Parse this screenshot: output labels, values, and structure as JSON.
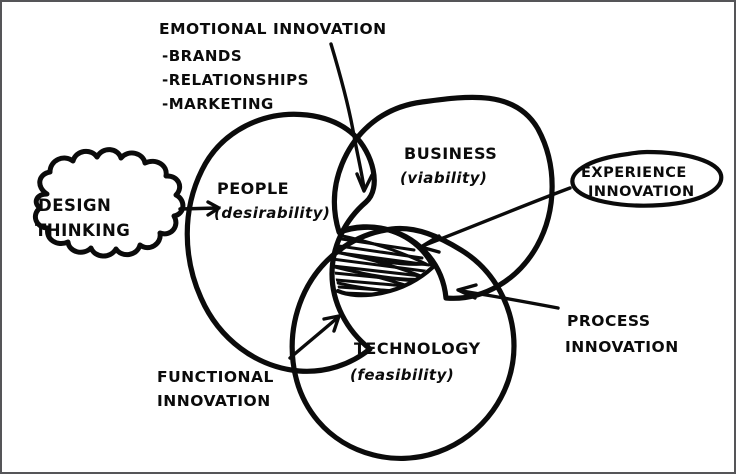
{
  "diagram": {
    "title": "Design Thinking innovation Venn diagram",
    "style": "hand-drawn marker sketch",
    "ink_color": "#0b0b0b",
    "background_color": "#ffffff",
    "border_color": "#555558"
  },
  "cloud": {
    "name": "design-thinking-callout",
    "line1": "DESIGN",
    "line2": "THINKING"
  },
  "circles": [
    {
      "key": "people",
      "title": "PEOPLE",
      "subtitle": "(desirability)"
    },
    {
      "key": "business",
      "title": "BUSINESS",
      "subtitle": "(viability)"
    },
    {
      "key": "technology",
      "title": "TECHNOLOGY",
      "subtitle": "(feasibility)"
    }
  ],
  "emotional": {
    "heading": "EMOTIONAL INNOVATION",
    "bullets": [
      "-BRANDS",
      "-RELATIONSHIPS",
      "-MARKETING"
    ]
  },
  "experience": {
    "line1": "EXPERIENCE",
    "line2": "INNOVATION"
  },
  "process": {
    "line1": "PROCESS",
    "line2": "INNOVATION"
  },
  "functional": {
    "line1": "FUNCTIONAL",
    "line2": "INNOVATION"
  },
  "center": {
    "label": "triple-overlap-hatched-region"
  }
}
